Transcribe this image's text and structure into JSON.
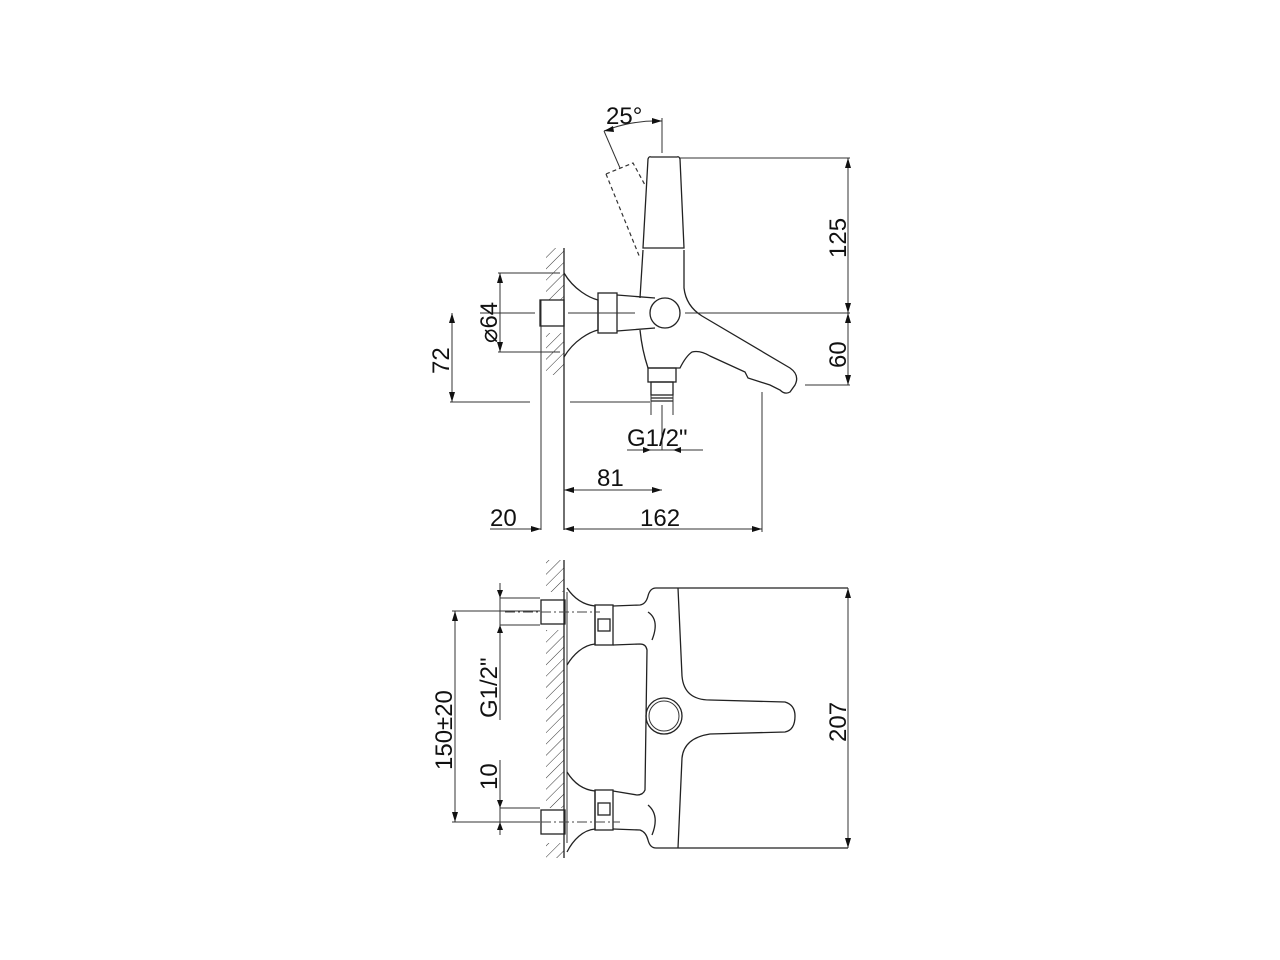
{
  "drawing": {
    "title": "Wall-mounted bath mixer - dimensioned technical drawing",
    "side_view": {
      "angle": "25°",
      "height_lever": "125",
      "height_spout": "60",
      "flange_diameter": "⌀64",
      "height_below_axis": "72",
      "thread": "G1/2\"",
      "outlet_distance": "81",
      "wall_offset": "20",
      "total_depth": "162"
    },
    "top_view": {
      "inlet_spacing": "150±20",
      "thread": "G1/2\"",
      "inlet_offset": "10",
      "total_width": "207"
    }
  }
}
